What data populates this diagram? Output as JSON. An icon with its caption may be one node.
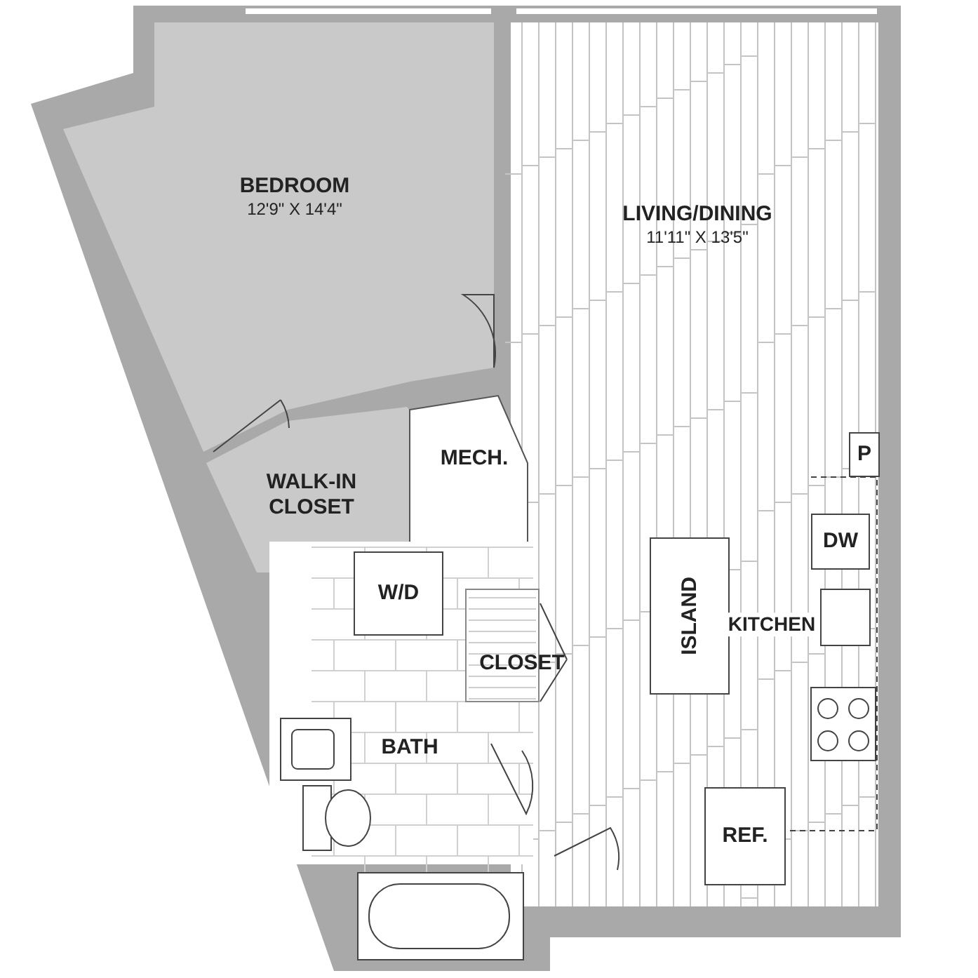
{
  "diagram": {
    "nodes": [
      {
        "text": [
          "BEDROOM",
          "12'9\" X 14'4\""
        ]
      },
      {
        "text": [
          "LIVING/DINING",
          "11'11\" X 13'5\""
        ]
      },
      {
        "text": [
          "P"
        ],
        "in": 1
      },
      {
        "text": [
          "DW"
        ],
        "in": 1
      },
      {
        "text": [
          "ISLAND"
        ],
        "in": 1
      },
      {
        "text": [
          "REF."
        ],
        "in": 1
      },
      {
        "text": [
          "MECH."
        ]
      },
      {
        "text": [
          "WALK-IN CLOSET"
        ]
      },
      {
        "text": [
          "W/D"
        ]
      },
      {
        "text": [
          "CLOSET"
        ]
      },
      {
        "text": [
          "BATH"
        ]
      }
    ],
    "labels": [
      "KITCHEN"
    ]
  }
}
